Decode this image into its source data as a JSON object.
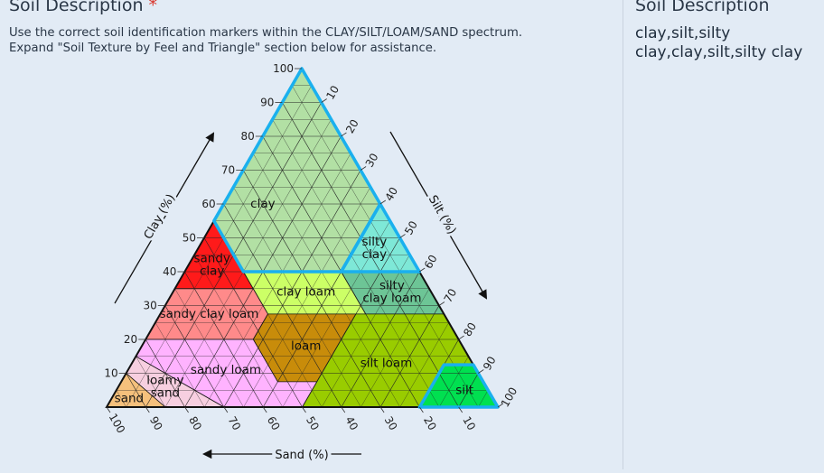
{
  "field": {
    "label": "Soil Description",
    "required_marker": "*",
    "instructions_line1": "Use the correct soil identification markers within the CLAY/SILT/LOAM/SAND spectrum.",
    "instructions_line2": "Expand \"Soil Texture by Feel and Triangle\" section below for assistance."
  },
  "triangle": {
    "clay_axis_title": "Clay (%)",
    "silt_axis_title": "Silt (%)",
    "sand_axis_title": "Sand (%)",
    "clay_ticks": [
      "10",
      "20",
      "30",
      "40",
      "50",
      "60",
      "70",
      "80",
      "90",
      "100"
    ],
    "silt_ticks": [
      "10",
      "20",
      "30",
      "40",
      "50",
      "60",
      "70",
      "80",
      "90",
      "100"
    ],
    "sand_ticks": [
      "100",
      "90",
      "80",
      "70",
      "60",
      "50",
      "40",
      "30",
      "20",
      "10"
    ],
    "regions": [
      {
        "key": "clay",
        "lines": [
          "clay"
        ],
        "color": "#b2e0a4",
        "highlighted": true
      },
      {
        "key": "silty_clay",
        "lines": [
          "silty",
          "clay"
        ],
        "color": "#7ee8d7",
        "highlighted": true
      },
      {
        "key": "sandy_clay",
        "lines": [
          "sandy",
          "clay"
        ],
        "color": "#ff1a1a",
        "highlighted": false
      },
      {
        "key": "silty_clay_loam",
        "lines": [
          "silty",
          "clay loam"
        ],
        "color": "#6dc596",
        "highlighted": false
      },
      {
        "key": "clay_loam",
        "lines": [
          "clay loam"
        ],
        "color": "#ccff66",
        "highlighted": false
      },
      {
        "key": "sandy_clay_loam",
        "lines": [
          "sandy clay loam"
        ],
        "color": "#ff8a8a",
        "highlighted": false
      },
      {
        "key": "loam",
        "lines": [
          "loam"
        ],
        "color": "#c88c0a",
        "highlighted": false
      },
      {
        "key": "silt_loam",
        "lines": [
          "silt loam"
        ],
        "color": "#99cc00",
        "highlighted": false
      },
      {
        "key": "sandy_loam",
        "lines": [
          "sandy loam"
        ],
        "color": "#ffb3ff",
        "highlighted": false
      },
      {
        "key": "loamy_sand",
        "lines": [
          "loamy",
          "sand"
        ],
        "color": "#f7cfe0",
        "highlighted": false
      },
      {
        "key": "sand",
        "lines": [
          "sand"
        ],
        "color": "#f5c07c",
        "highlighted": false
      },
      {
        "key": "silt",
        "lines": [
          "silt"
        ],
        "color": "#00e050",
        "highlighted": true
      }
    ],
    "highlight_color": "#1ab0ee"
  },
  "summary": {
    "label": "Soil Description",
    "value_line1": "clay,silt,silty",
    "value_line2": "clay,clay,silt,silty clay"
  }
}
